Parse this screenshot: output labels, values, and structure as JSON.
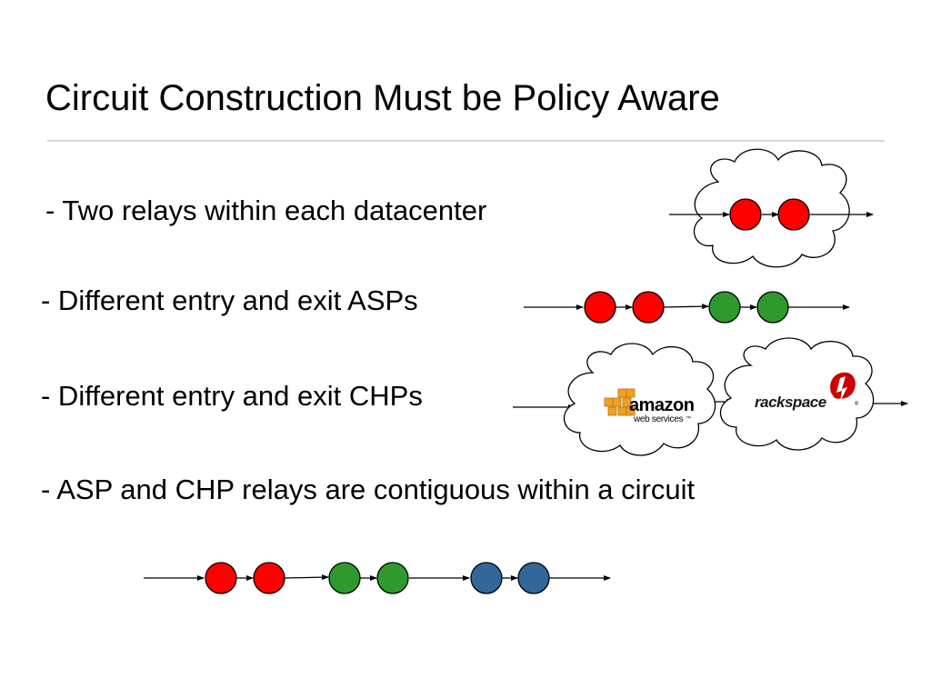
{
  "slide": {
    "title": "Circuit Construction Must be Policy Aware",
    "bullets": [
      "- Two relays within each datacenter",
      "- Different entry and exit ASPs",
      "- Different entry and exit CHPs",
      "- ASP and CHP relays are contiguous within a circuit"
    ]
  },
  "logos": {
    "amazon_word": "amazon",
    "amazon_sub": "web services",
    "amazon_tm": "™",
    "rackspace_word": "rackspace",
    "rackspace_reg": "®"
  },
  "colors": {
    "red": "#ff0000",
    "green": "#2e9a2e",
    "blue": "#336699",
    "amazon_orange": "#f0a020"
  }
}
